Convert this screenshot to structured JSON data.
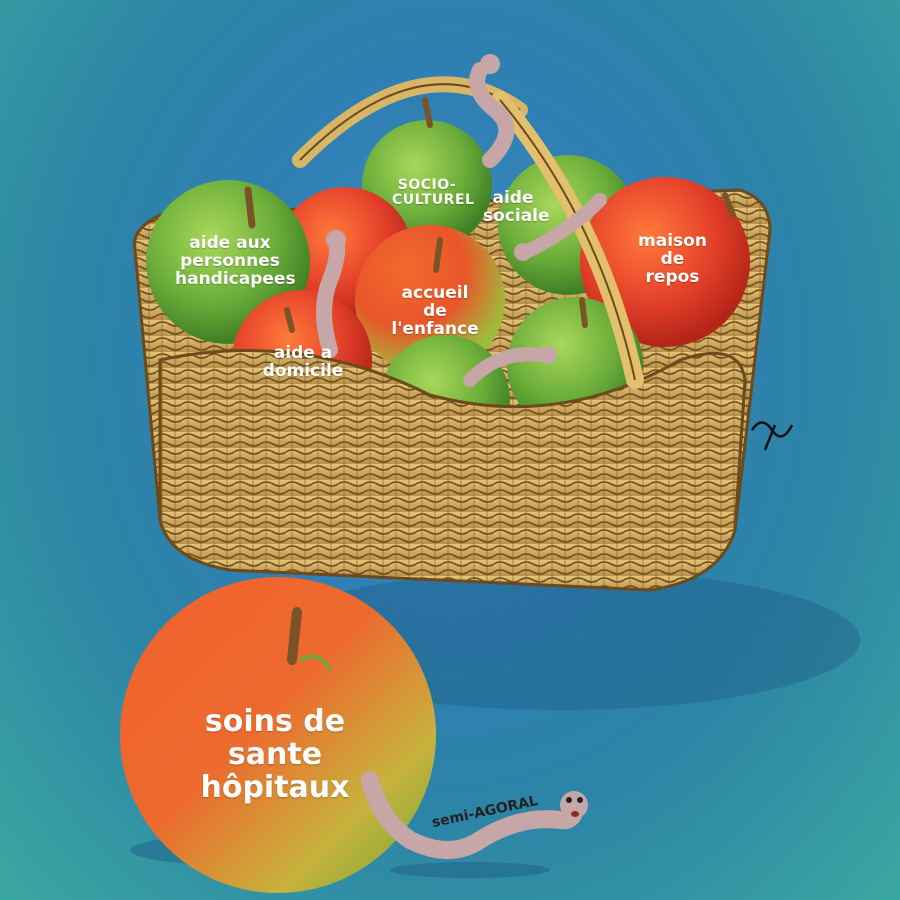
{
  "labels": {
    "handicap": [
      "aide aux",
      "personnes",
      "handicapees"
    ],
    "socio": [
      "SOCIO-",
      "CULTUREL"
    ],
    "sociale": [
      "aide",
      "sociale"
    ],
    "repos": [
      "maison",
      "de",
      "repos"
    ],
    "enfance": [
      "accueil",
      "de",
      "l'enfance"
    ],
    "domicile": [
      "aide a",
      "domicile"
    ],
    "sante": [
      "soins de",
      "sante",
      "hôpitaux"
    ],
    "worm_tag": "semi-AGORAL"
  },
  "colors": {
    "background": "#2f7fb4",
    "basket": "#d9b566",
    "basket_outline": "#6b4a1c",
    "apple_green": "#7dbb3f",
    "apple_red": "#e8452b",
    "worm": "#c7a6a7"
  }
}
